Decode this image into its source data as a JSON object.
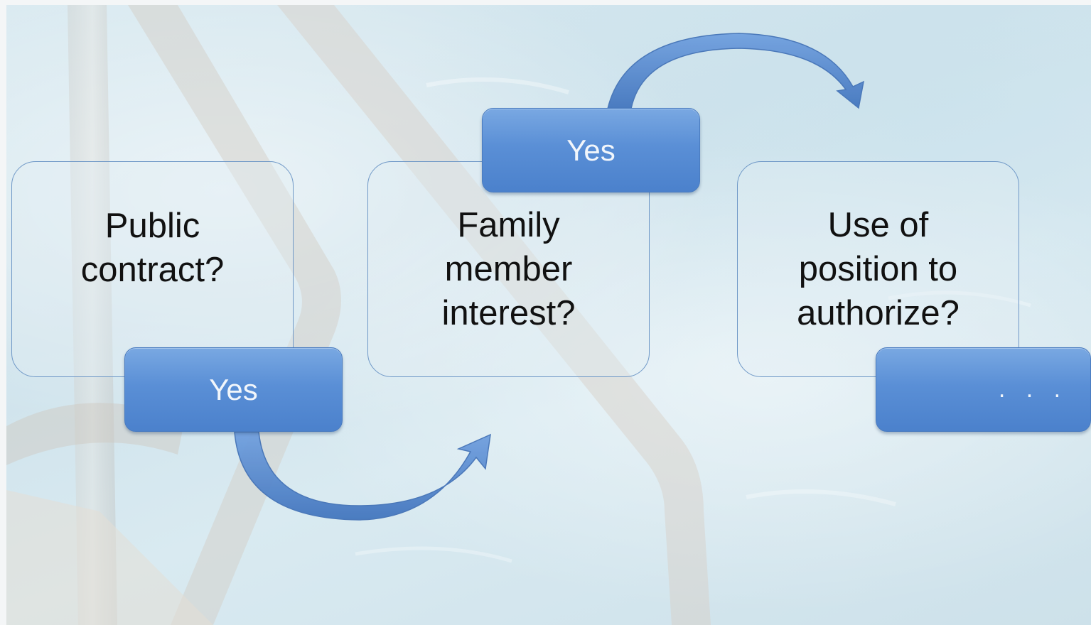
{
  "diagram": {
    "questions": [
      {
        "text": "Public\ncontract?"
      },
      {
        "text": "Family\nmember\ninterest?"
      },
      {
        "text": "Use of\nposition to\nauthorize?"
      }
    ],
    "tags": [
      {
        "label": "Yes"
      },
      {
        "label": "Yes"
      },
      {
        "label": ". . ."
      }
    ],
    "colors": {
      "tag_fill": "#5a8fd6",
      "box_border": "#6f98c7",
      "arrow_fill": "#4e83cf",
      "text": "#111111"
    }
  }
}
